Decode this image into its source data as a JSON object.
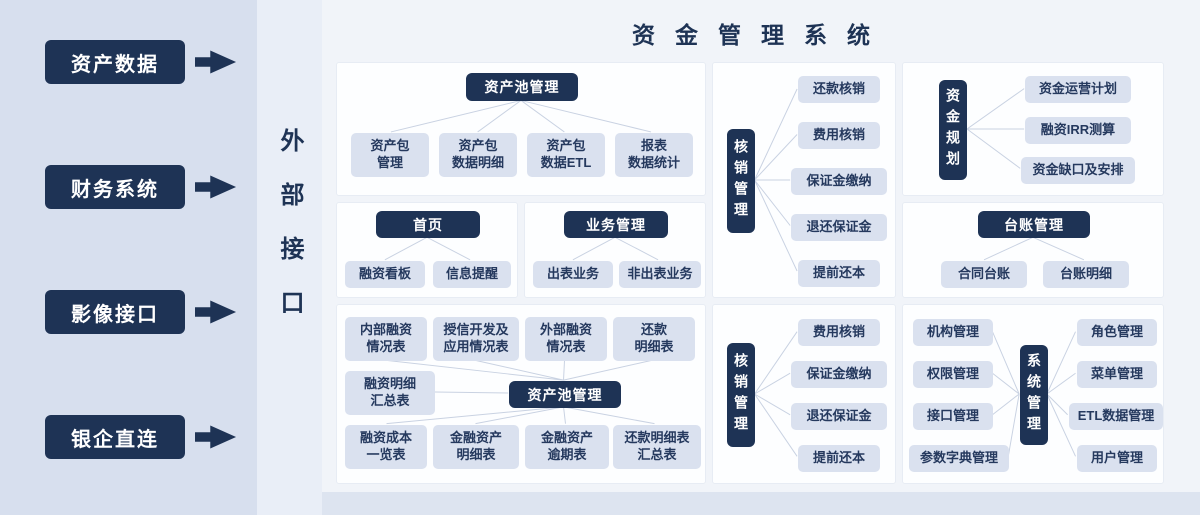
{
  "title": "资金管理系统",
  "external": {
    "label": "外部接口",
    "sources": [
      "资产数据",
      "财务系统",
      "影像接口",
      "银企直连"
    ]
  },
  "colors": {
    "canvas_bg": "#dde4f0",
    "left_bg": "#d7dfee",
    "strip_bg": "#e9eef7",
    "main_bg": "#f1f4f9",
    "panel_bg": "#fdfeff",
    "panel_border": "#e7ecf4",
    "dark": "#1e3355",
    "item_bg": "#dae1ef",
    "item_text": "#25395e",
    "line": "#c9d2e2"
  },
  "panels": {
    "asset_pool": {
      "header": "资产池管理",
      "items": [
        "资产包\n管理",
        "资产包\n数据明细",
        "资产包\n数据ETL",
        "报表\n数据统计"
      ]
    },
    "home": {
      "header": "首页",
      "items": [
        "融资看板",
        "信息提醒"
      ]
    },
    "business": {
      "header": "业务管理",
      "items": [
        "出表业务",
        "非出表业务"
      ]
    },
    "writeoff_top": {
      "header": "核销管理",
      "items": [
        "还款核销",
        "费用核销",
        "保证金缴纳",
        "退还保证金",
        "提前还本"
      ]
    },
    "fund_planning": {
      "header": "资金规划",
      "items": [
        "资金运营计划",
        "融资IRR测算",
        "资金缺口及安排"
      ]
    },
    "ledger": {
      "header": "台账管理",
      "items": [
        "合同台账",
        "台账明细"
      ]
    },
    "reports": {
      "header": "资产池管理",
      "items_top": [
        "内部融资\n情况表",
        "授信开发及\n应用情况表",
        "外部融资\n情况表",
        "还款\n明细表"
      ],
      "item_left": "融资明细\n汇总表",
      "items_bottom": [
        "融资成本\n一览表",
        "金融资产\n明细表",
        "金融资产\n逾期表",
        "还款明细表\n汇总表"
      ]
    },
    "writeoff_bottom": {
      "header": "核销管理",
      "items": [
        "费用核销",
        "保证金缴纳",
        "退还保证金",
        "提前还本"
      ]
    },
    "system": {
      "header": "系统管理",
      "items_left": [
        "机构管理",
        "权限管理",
        "接口管理",
        "参数字典管理"
      ],
      "items_right": [
        "角色管理",
        "菜单管理",
        "ETL数据管理",
        "用户管理"
      ]
    }
  }
}
